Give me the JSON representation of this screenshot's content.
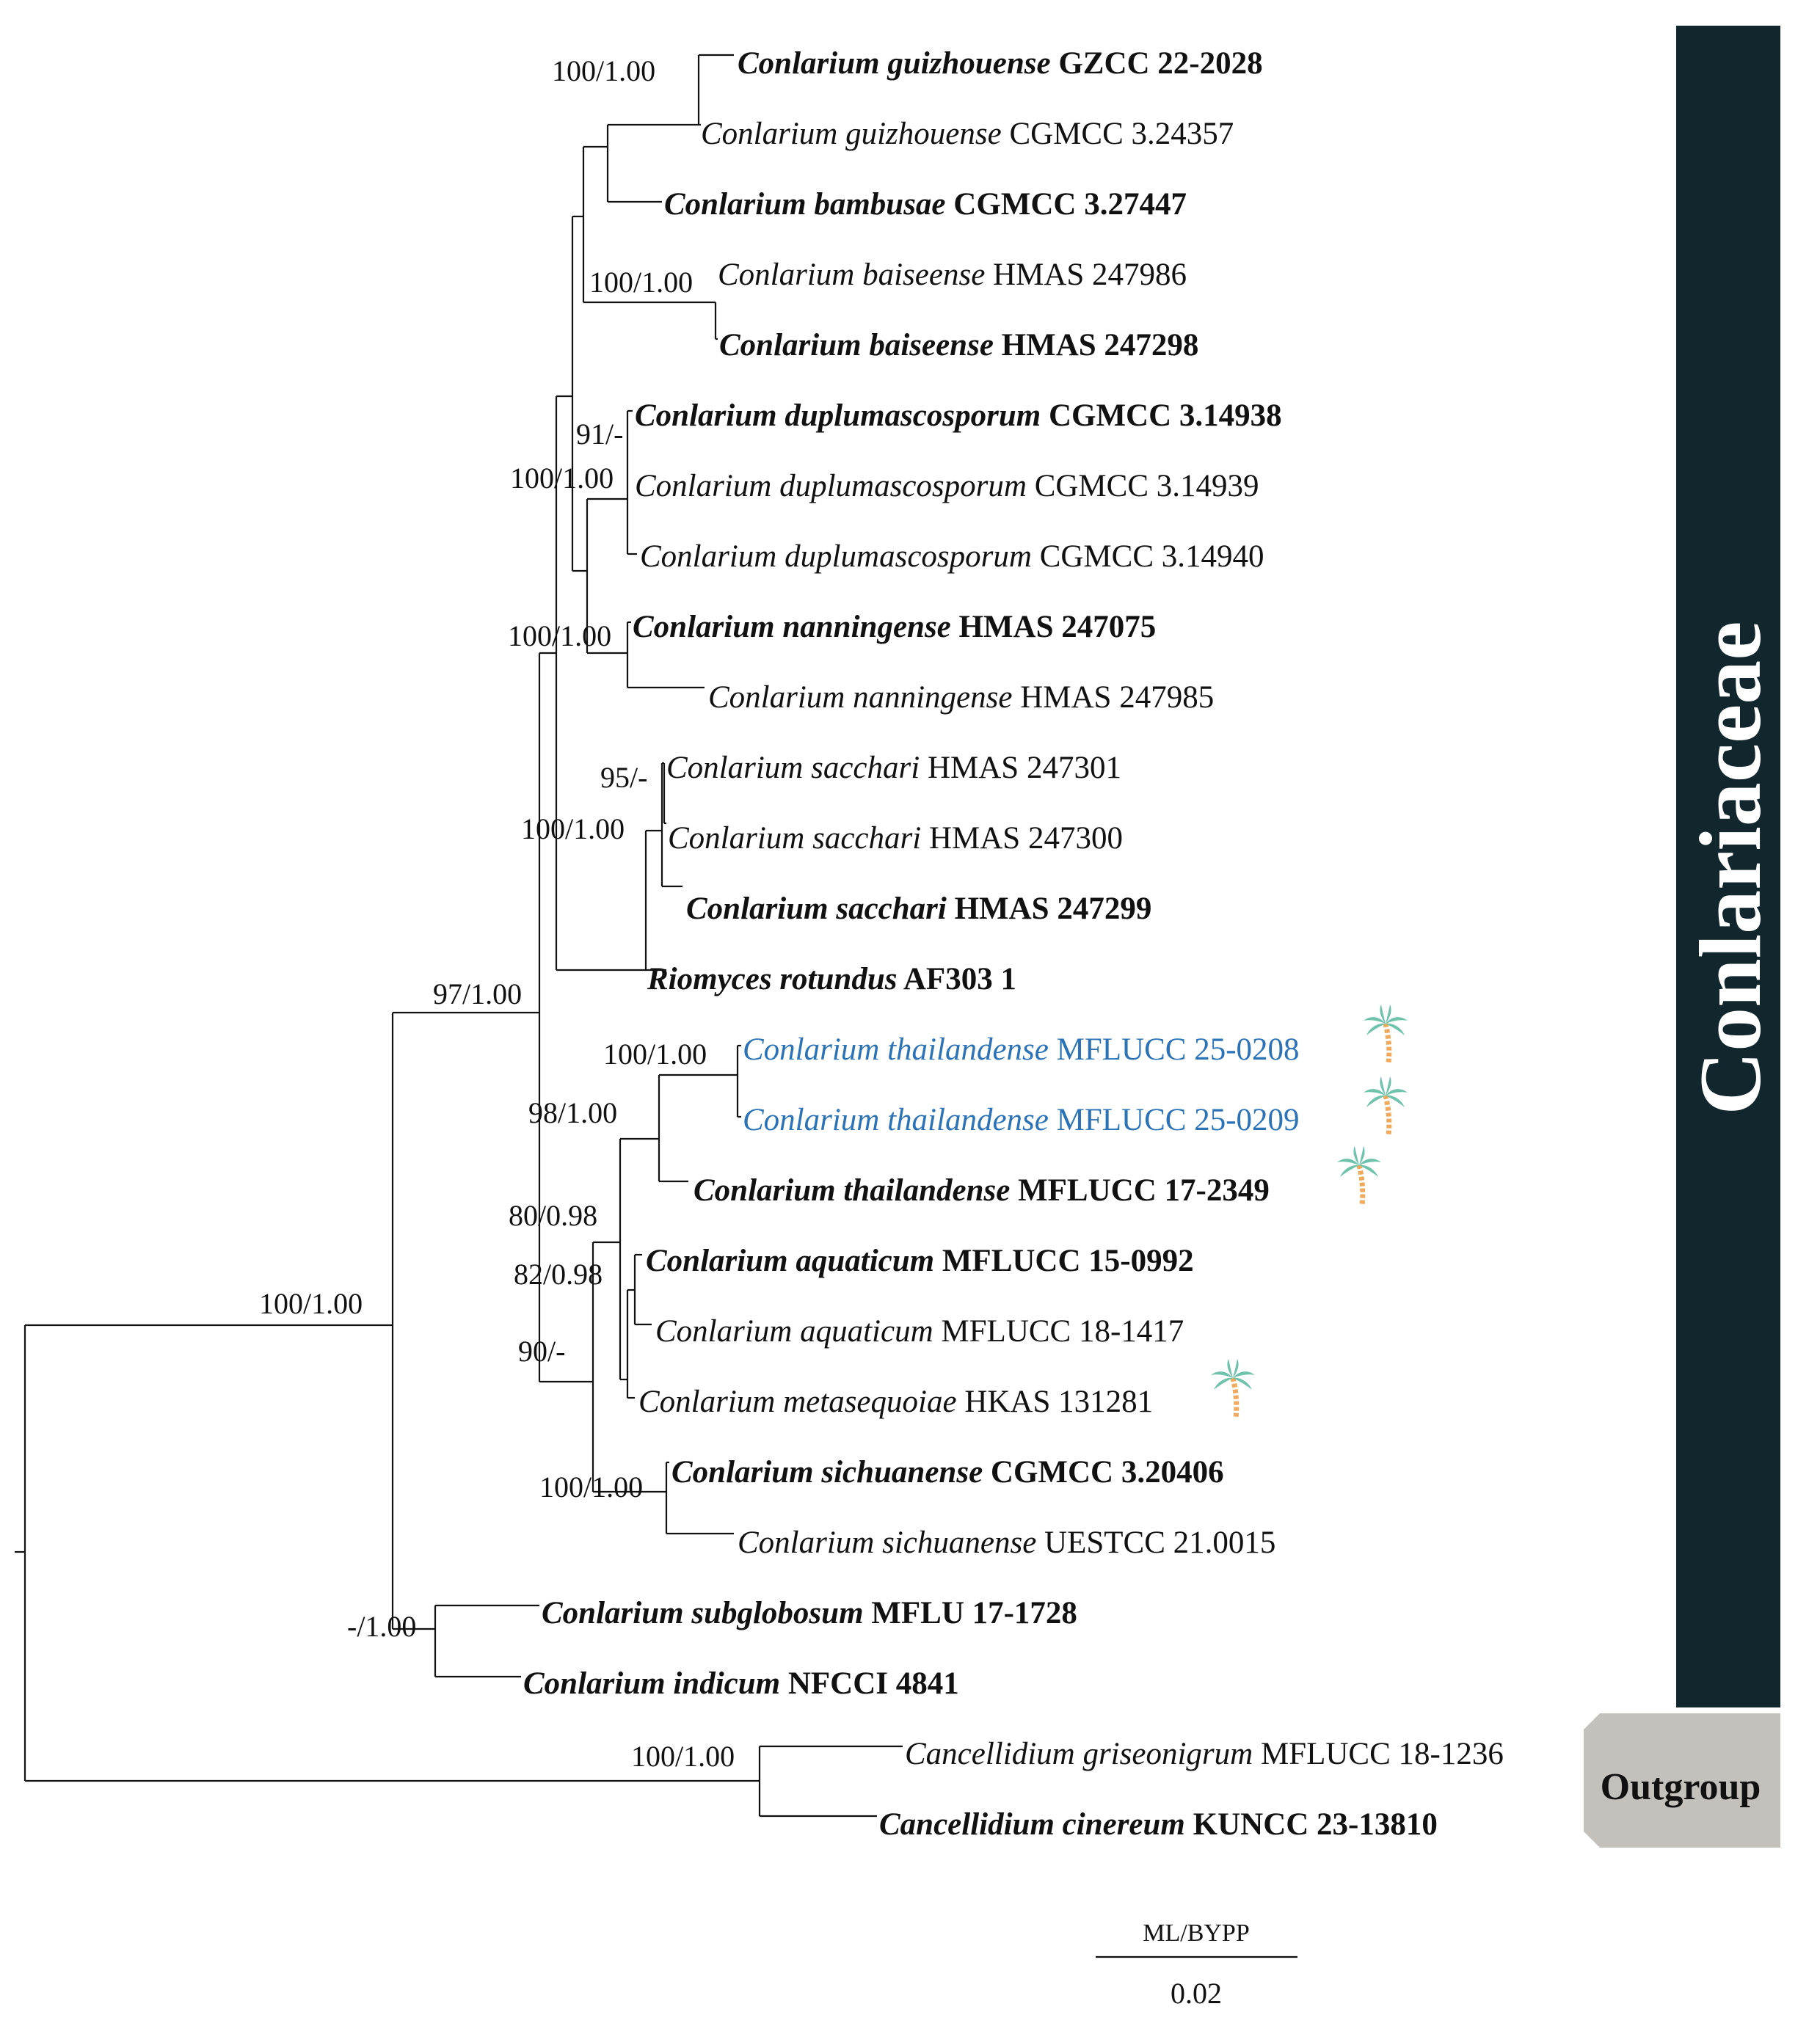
{
  "taxa": [
    {
      "id": "t1",
      "genus_species": "Conlarium guizhouense",
      "strain": "GZCC 22-2028",
      "bold": true
    },
    {
      "id": "t2",
      "genus_species": "Conlarium guizhouense",
      "strain": "CGMCC 3.24357",
      "bold": false
    },
    {
      "id": "t3",
      "genus_species": "Conlarium bambusae",
      "strain": "CGMCC 3.27447",
      "bold": true
    },
    {
      "id": "t4",
      "genus_species": "Conlarium baiseense",
      "strain": "HMAS 247986",
      "bold": false
    },
    {
      "id": "t5",
      "genus_species": "Conlarium baiseense",
      "strain": "HMAS 247298",
      "bold": true
    },
    {
      "id": "t6",
      "genus_species": "Conlarium duplumascosporum",
      "strain": "CGMCC 3.14938",
      "bold": true
    },
    {
      "id": "t7",
      "genus_species": "Conlarium duplumascosporum",
      "strain": "CGMCC 3.14939",
      "bold": false
    },
    {
      "id": "t8",
      "genus_species": "Conlarium duplumascosporum",
      "strain": "CGMCC 3.14940",
      "bold": false
    },
    {
      "id": "t9",
      "genus_species": "Conlarium nanningense",
      "strain": "HMAS 247075",
      "bold": true
    },
    {
      "id": "t10",
      "genus_species": "Conlarium nanningense",
      "strain": "HMAS 247985",
      "bold": false
    },
    {
      "id": "t11",
      "genus_species": "Conlarium sacchari",
      "strain": "HMAS 247301",
      "bold": false
    },
    {
      "id": "t12",
      "genus_species": "Conlarium sacchari",
      "strain": "HMAS 247300",
      "bold": false
    },
    {
      "id": "t13",
      "genus_species": "Conlarium sacchari",
      "strain": "HMAS 247299",
      "bold": true
    },
    {
      "id": "t14",
      "genus_species": "Riomyces rotundus",
      "strain": "AF303 1",
      "bold": true
    },
    {
      "id": "t15",
      "genus_species": "Conlarium thailandense",
      "strain": "MFLUCC 25-0208",
      "bold": false,
      "highlight": true,
      "palm": true
    },
    {
      "id": "t16",
      "genus_species": "Conlarium thailandense",
      "strain": "MFLUCC 25-0209",
      "bold": false,
      "highlight": true,
      "palm": true
    },
    {
      "id": "t17",
      "genus_species": "Conlarium thailandense",
      "strain": "MFLUCC 17-2349",
      "bold": true,
      "palm": true
    },
    {
      "id": "t18",
      "genus_species": "Conlarium aquaticum",
      "strain": "MFLUCC 15-0992",
      "bold": true
    },
    {
      "id": "t19",
      "genus_species": "Conlarium aquaticum",
      "strain": "MFLUCC 18-1417",
      "bold": false
    },
    {
      "id": "t20",
      "genus_species": "Conlarium metasequoiae",
      "strain": "HKAS 131281",
      "bold": false,
      "palm": true
    },
    {
      "id": "t21",
      "genus_species": "Conlarium sichuanense",
      "strain": "CGMCC 3.20406",
      "bold": true
    },
    {
      "id": "t22",
      "genus_species": "Conlarium sichuanense",
      "strain": "UESTCC 21.0015",
      "bold": false
    },
    {
      "id": "t23",
      "genus_species": "Conlarium subglobosum",
      "strain": "MFLU 17-1728",
      "bold": true
    },
    {
      "id": "t24",
      "genus_species": "Conlarium indicum",
      "strain": "NFCCI 4841",
      "bold": true
    },
    {
      "id": "t25",
      "genus_species": "Cancellidium griseonigrum",
      "strain": "MFLUCC 18-1236",
      "bold": false
    },
    {
      "id": "t26",
      "genus_species": "Cancellidium cinereum",
      "strain": "KUNCC 23-13810",
      "bold": true
    }
  ],
  "supports": {
    "s1": "100/1.00",
    "s2": "100/1.00",
    "s3": "91/-",
    "s4": "100/1.00",
    "s5": "100/1.00",
    "s6": "95/-",
    "s7": "100/1.00",
    "s8": "97/1.00",
    "s9": "100/1.00",
    "s10": "98/1.00",
    "s11": "80/0.98",
    "s12": "82/0.98",
    "s13": "90/-",
    "s14": "100/1.00",
    "s15": "100/1.00",
    "s16": "-/1.00",
    "s17": "100/1.00"
  },
  "clades": {
    "ingroup": {
      "label": "Conlariaceae",
      "color": "#11262d"
    },
    "outgroup": {
      "label": "Outgroup",
      "color": "#c4c1bc"
    }
  },
  "highlight_color": "#2b73b6",
  "scale_bar": {
    "title": "ML/BYPP",
    "value": "0.02"
  }
}
